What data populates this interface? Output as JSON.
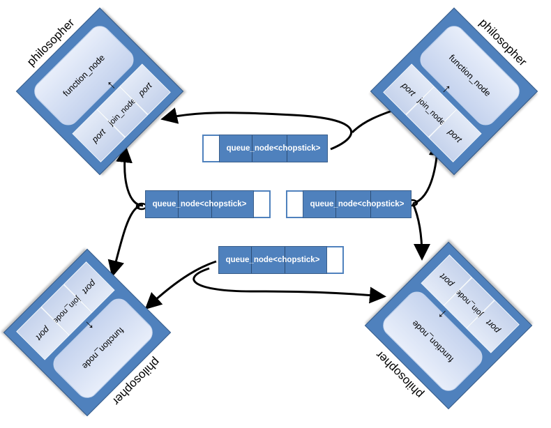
{
  "philosophers": [
    {
      "id": "top-left",
      "label": "philosopher",
      "function_label": "function_node",
      "join_label": "join_node",
      "port_labels": [
        "port",
        "port"
      ]
    },
    {
      "id": "top-right",
      "label": "philosopher",
      "function_label": "function_node",
      "join_label": "join_node",
      "port_labels": [
        "port",
        "port"
      ]
    },
    {
      "id": "bottom-left",
      "label": "philosopher",
      "function_label": "function_node",
      "join_label": "join_node",
      "port_labels": [
        "port",
        "port"
      ]
    },
    {
      "id": "bottom-right",
      "label": "philosopher",
      "function_label": "function_node",
      "join_label": "join_node",
      "port_labels": [
        "port",
        "port"
      ]
    }
  ],
  "queues": [
    {
      "id": "top",
      "label": "queue_node<chopstick>"
    },
    {
      "id": "middle-left",
      "label": "queue_node<chopstick>"
    },
    {
      "id": "middle-right",
      "label": "queue_node<chopstick>"
    },
    {
      "id": "bottom",
      "label": "queue_node<chopstick>"
    }
  ],
  "colors": {
    "node_fill": "#4f81bd",
    "node_border": "#385d8a",
    "inner_fill": "#dce6f4",
    "edge": "#000000"
  }
}
